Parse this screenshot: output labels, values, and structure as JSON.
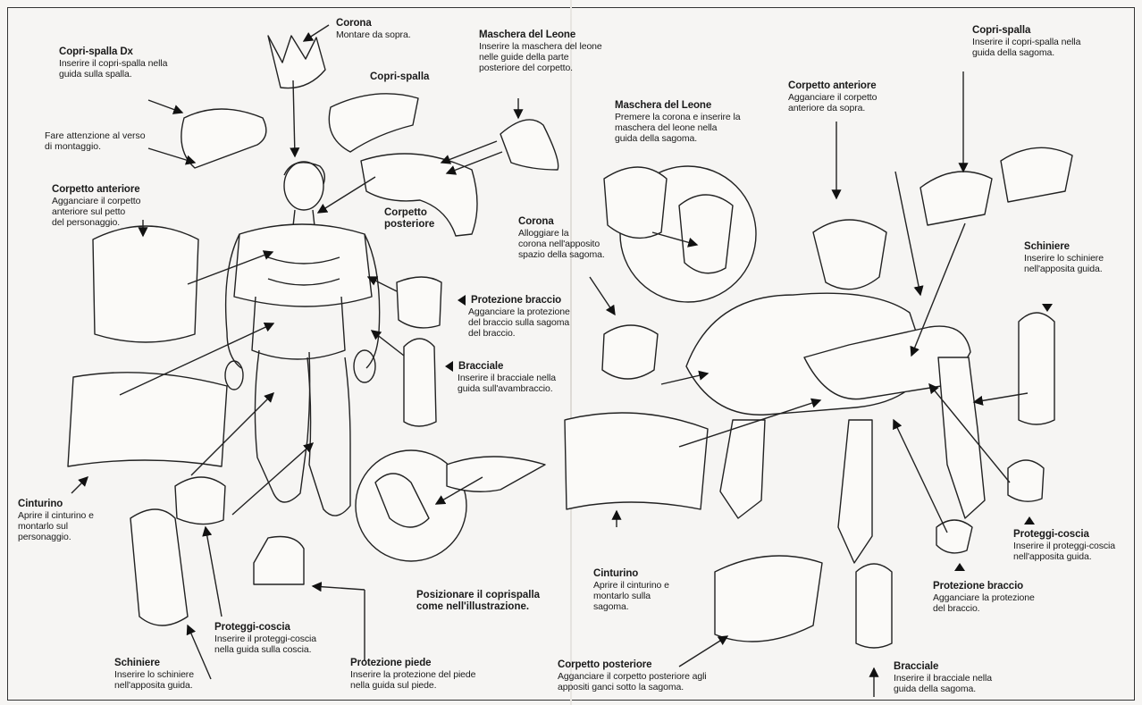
{
  "left_page": {
    "corona": {
      "title": "Corona",
      "text": "Montare da sopra."
    },
    "copri_spalla_dx": {
      "title": "Copri-spalla Dx",
      "text": "Inserire il copri-spalla nella\nguida sulla spalla."
    },
    "attenzione": {
      "text": "Fare attenzione al verso\ndi montaggio."
    },
    "copri_spalla": {
      "title": "Copri-spalla"
    },
    "maschera": {
      "title": "Maschera del Leone",
      "text": "Inserire la maschera del leone\nnelle guide della parte\nposteriore del corpetto."
    },
    "corpetto_anteriore": {
      "title": "Corpetto anteriore",
      "text": "Agganciare il corpetto\nanteriore sul petto\ndel personaggio."
    },
    "corpetto_posteriore": {
      "title": "Corpetto\nposteriore"
    },
    "protezione_braccio": {
      "title": "Protezione braccio",
      "text": "Agganciare la protezione\ndel braccio sulla sagoma\ndel braccio."
    },
    "bracciale": {
      "title": "Bracciale",
      "text": "Inserire il bracciale nella\nguida sull'avambraccio."
    },
    "cinturino": {
      "title": "Cinturino",
      "text": "Aprire il cinturino e\nmontarlo sul\npersonaggio."
    },
    "posizionare": {
      "text": "Posizionare il coprispalla\ncome nell'illustrazione."
    },
    "proteggi_coscia": {
      "title": "Proteggi-coscia",
      "text": "Inserire il proteggi-coscia\nnella guida sulla coscia."
    },
    "schiniere": {
      "title": "Schiniere",
      "text": "Inserire lo schiniere\nnell'apposita guida."
    },
    "protezione_piede": {
      "title": "Protezione piede",
      "text": "Inserire la protezione del piede\nnella guida sul piede."
    }
  },
  "right_page": {
    "maschera": {
      "title": "Maschera del Leone",
      "text": "Premere la corona e inserire la\nmaschera del leone nella\nguida della sagoma."
    },
    "corpetto_anteriore": {
      "title": "Corpetto anteriore",
      "text": "Agganciare il corpetto\nanteriore da sopra."
    },
    "copri_spalla": {
      "title": "Copri-spalla",
      "text": "Inserire il copri-spalla nella\nguida della sagoma."
    },
    "corona": {
      "title": "Corona",
      "text": "Alloggiare la\ncorona nell'apposito\nspazio della sagoma."
    },
    "schiniere": {
      "title": "Schiniere",
      "text": "Inserire lo schiniere\nnell'apposita guida."
    },
    "cinturino": {
      "title": "Cinturino",
      "text": "Aprire il cinturino e\nmontarlo sulla\nsagoma."
    },
    "proteggi_coscia": {
      "title": "Proteggi-coscia",
      "text": "Inserire il proteggi-coscia\nnell'apposita guida."
    },
    "protezione_braccio": {
      "title": "Protezione braccio",
      "text": "Agganciare la protezione\ndel braccio."
    },
    "corpetto_posteriore": {
      "title": "Corpetto posteriore",
      "text": "Agganciare il corpetto posteriore agli\nappositi ganci sotto la sagoma."
    },
    "bracciale": {
      "title": "Bracciale",
      "text": "Inserire il bracciale nella\nguida della sagoma."
    }
  },
  "colors": {
    "paper": "#f6f5f3",
    "ink": "#1a1a1a"
  },
  "illustrations": [
    "figure-icon",
    "armor-piece-icon",
    "lion-icon",
    "detail-circle-icon",
    "arrow-icon"
  ]
}
